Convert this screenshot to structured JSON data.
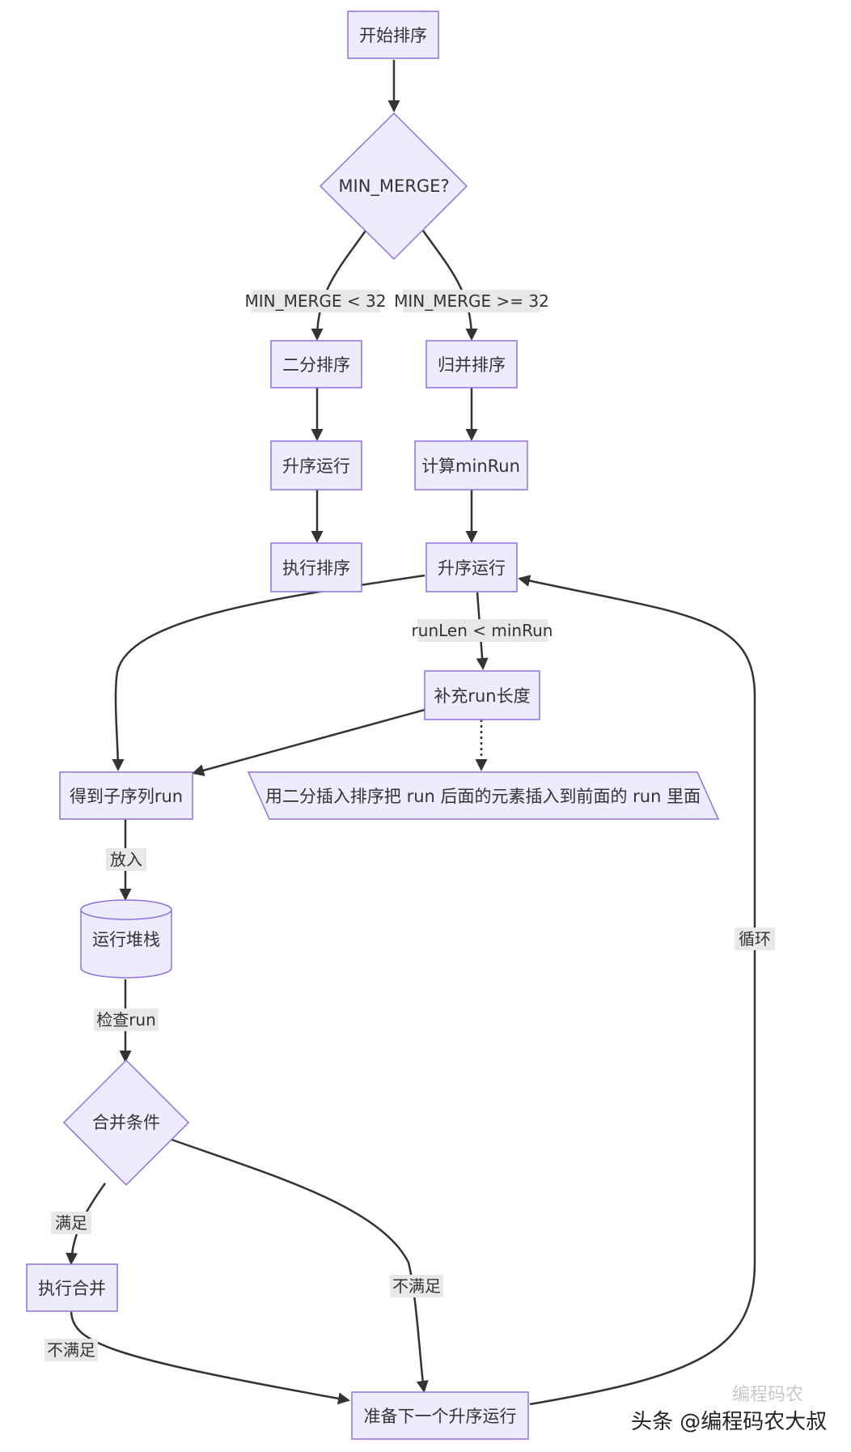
{
  "diagram": {
    "nodes": {
      "start": "开始排序",
      "decision": "MIN_MERGE?",
      "binary_sort": "二分排序",
      "merge_sort": "归并排序",
      "asc_run_left": "升序运行",
      "compute_minrun": "计算minRun",
      "exec_sort": "执行排序",
      "asc_run_right": "升序运行",
      "extend_run": "补充run长度",
      "get_subseq": "得到子序列run",
      "note": "用二分插入排序把 run 后面的元素插入到前面的 run 里面",
      "run_stack": "运行堆栈",
      "merge_cond": "合并条件",
      "exec_merge": "执行合并",
      "prepare_next": "准备下一个升序运行"
    },
    "edge_labels": {
      "lt32": "MIN_MERGE < 32",
      "ge32": "MIN_MERGE >= 32",
      "runlen": "runLen < minRun",
      "put_in": "放入",
      "check_run": "检查run",
      "satisfied": "满足",
      "not_satisfied_1": "不满足",
      "not_satisfied_2": "不满足",
      "loop": "循环"
    }
  },
  "watermark": {
    "text": "头条 @编程码农大叔",
    "faint": "编程码农"
  }
}
